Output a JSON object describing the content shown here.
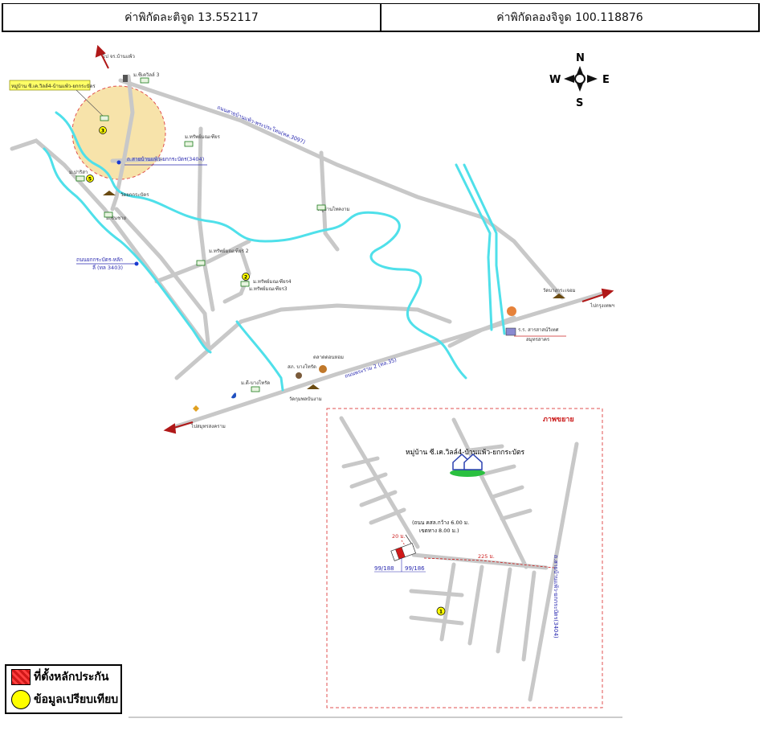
{
  "header": {
    "lat_label": "ค่าพิกัดละติจูด 13.552117",
    "lng_label": "ค่าพิกัดลองจิจูด 100.118876"
  },
  "compass": {
    "n": "N",
    "s": "S",
    "e": "E",
    "w": "W"
  },
  "map_labels": {
    "to_bangphae": "ไป จร.บ้านแพ้ว",
    "village_sk3": "ม.ซีเควิลล์ 3",
    "target_callout": "หมู่บ้าน ซี.เค.วิลล์4-บ้านแพ้ว-ยกกระบัตร",
    "road_3097": "ถนนสายบ้านแพ้ว-พระประโทน(ทล.3097)",
    "village_sap": "ม.ทรัพย์มณเฑียร",
    "road_3404": "ถ.สายบ้านแพ้ว-ยกกระบัตร(3404)",
    "village_pakwa": "ม.ปาริสา",
    "wat_yok": "วัดยกกระบัตร",
    "village_sinchai": "ม.ชินชาย",
    "village_hang": "หมู่บ้านไทคงาม",
    "road_3403_a": "ถนนยกกระบัตร-หลัก",
    "road_3403_b": "ลี่ (ทล 3403)",
    "village_sap2": "ม.ทรัพย์มณเฑียร 2",
    "village_sap3a": "ม.ทรัพย์มณเฑียร4",
    "village_sap3b": "ม.ทรัพย์มณเฑียร3",
    "wat_bangkrachom": "วัดบางกระเจอม",
    "to_bkk": "ไปกรุงเทพฯ",
    "school": "ร.ร. สารสาสน์วิเทศ",
    "school2": "สมุทรสาคร",
    "market": "ตลาดดอนหอม",
    "pao": "สภ. บางโทรัด",
    "road_35": "ถนนพระราม 2 (ทล.35)",
    "village_dee": "ม.ดี-บางโทรัด",
    "wat_kum": "วัดกุมพลบันงาม",
    "to_samut": "ไปสมุทรสงคราม"
  },
  "inset": {
    "title": "ภาพขยาย",
    "village": "หมู่บ้าน ซี.เค.วิลล์4-บ้านแพ้ว-ยกกระบัตร",
    "road_note_1": "(ถนน คสล.กว้าง 6.00 ม.",
    "road_note_2": "เขตทาง 8.00 ม.)",
    "dist_20": "20 ม.",
    "dist_225": "225 ม.",
    "lot_a": "99/188",
    "lot_b": "99/186",
    "road_side": "ถ.สายบ้านแพ้ว-ยกกระบัตร(3404)",
    "marker": "1"
  },
  "markers": {
    "m1": "3",
    "m2": "5",
    "m3": "2"
  },
  "legend": {
    "collateral": "ที่ตั้งหลักประกัน",
    "comparison": "ข้อมูลเปรียบเทียบ"
  },
  "colors": {
    "road": "#c8c8c8",
    "river": "#4fe0ea",
    "route_label": "#2a2ab0",
    "red": "#cc2020",
    "accent_circle": "#f6e2a8"
  }
}
